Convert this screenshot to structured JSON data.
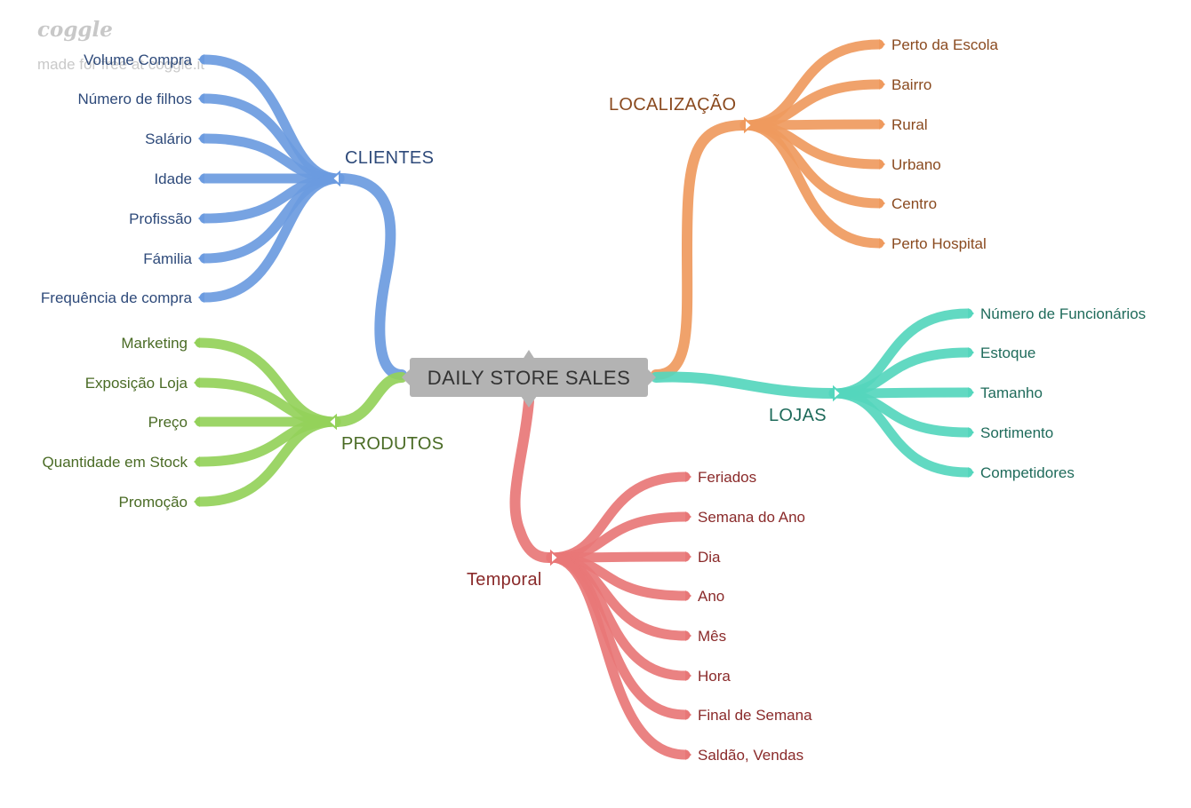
{
  "watermark": {
    "logo": "coggle",
    "subtitle": "made for free at coggle.it"
  },
  "root": {
    "label": "DAILY STORE SALES",
    "color": "#b3b3b3"
  },
  "branches": [
    {
      "id": "clientes",
      "label": "CLIENTES",
      "color": "#6b9be0",
      "textColor": "#2e4a7a",
      "children": [
        "Volume Compra",
        "Número de filhos",
        "Salário",
        "Idade",
        "Profissão",
        "Fámilia",
        "Frequência de compra"
      ]
    },
    {
      "id": "produtos",
      "label": "PRODUTOS",
      "color": "#94d15a",
      "textColor": "#4a6b25",
      "children": [
        "Marketing",
        "Exposição Loja",
        "Preço",
        "Quantidade em Stock",
        "Promoção"
      ]
    },
    {
      "id": "localizacao",
      "label": "LOCALIZAÇÃO",
      "color": "#ef9a5e",
      "textColor": "#8a4a1f",
      "children": [
        "Perto da Escola",
        "Bairro",
        "Rural",
        "Urbano",
        "Centro",
        "Perto Hospital"
      ]
    },
    {
      "id": "lojas",
      "label": "LOJAS",
      "color": "#55d6bd",
      "textColor": "#1f6b5b",
      "children": [
        "Número de Funcionários",
        "Estoque",
        "Tamanho",
        "Sortimento",
        "Competidores"
      ]
    },
    {
      "id": "temporal",
      "label": "Temporal",
      "color": "#e87777",
      "textColor": "#8a2a2a",
      "children": [
        "Feriados",
        "Semana do Ano",
        "Dia",
        "Ano",
        "Mês",
        "Hora",
        "Final de Semana",
        "Saldão, Vendas"
      ]
    }
  ]
}
